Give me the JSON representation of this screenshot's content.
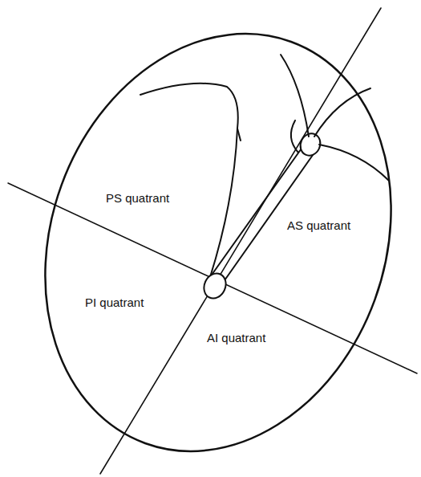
{
  "diagram": {
    "labels": [
      "PS quatrant",
      "AS quatrant",
      "PI quatrant",
      "AI quatrant"
    ]
  }
}
